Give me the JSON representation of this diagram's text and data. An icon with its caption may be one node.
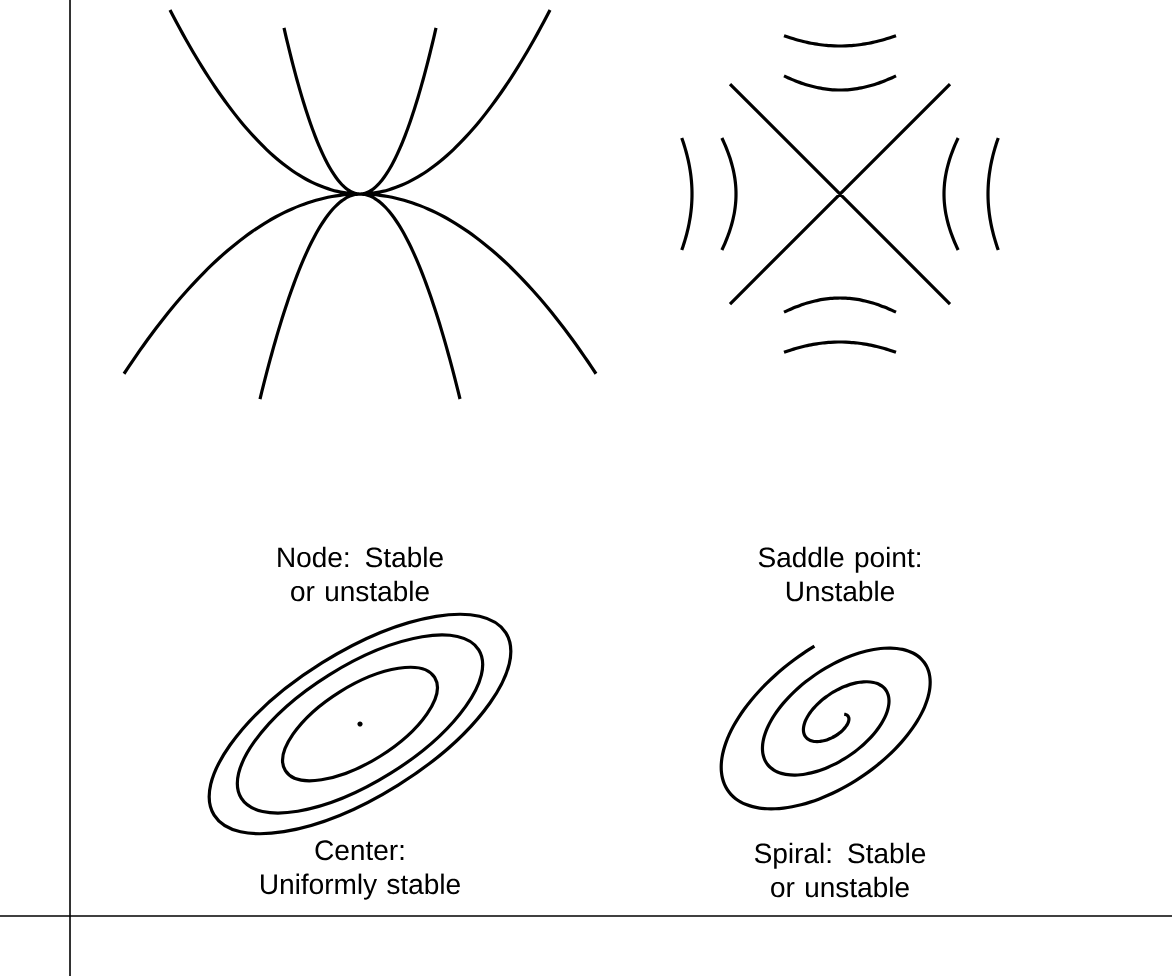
{
  "diagram": {
    "labels": [
      "Node: Stable or unstable",
      "Saddle point: Unstable",
      "Center: Uniformly stable",
      "Spiral: Stable or unstable"
    ]
  }
}
